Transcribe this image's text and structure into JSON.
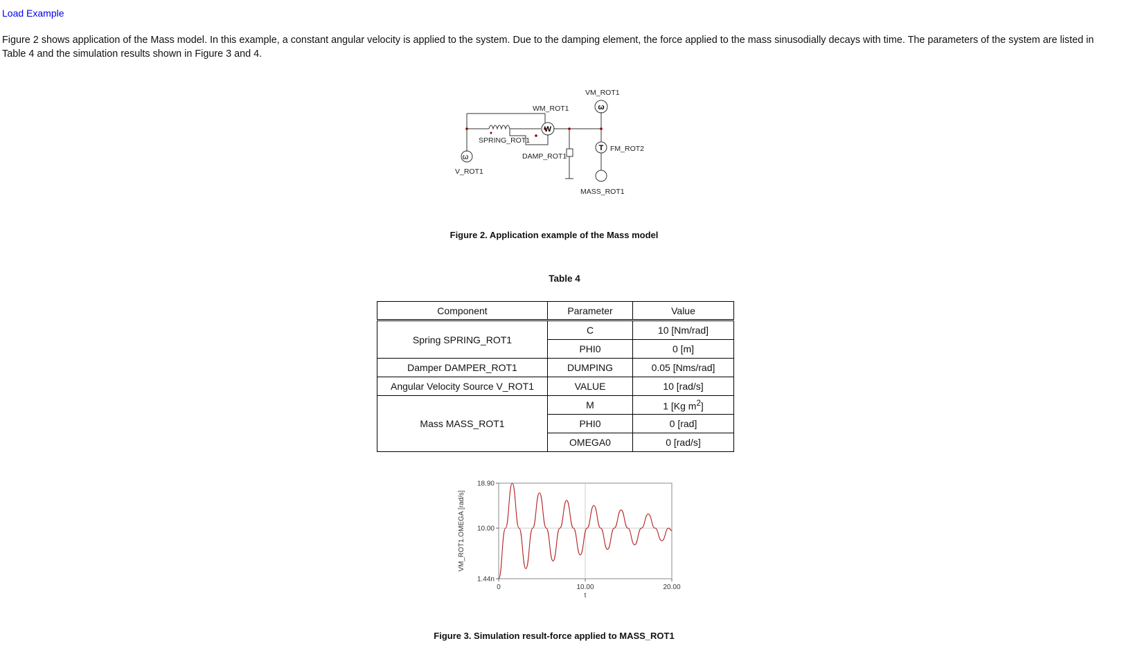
{
  "load_example_label": "Load Example",
  "intro_text": "Figure 2 shows application of the Mass model. In this example, a constant angular velocity is applied to the system. Due to the damping element, the force applied to the mass sinusodially decays with time. The parameters of the system are listed in Table 4 and the simulation results shown in Figure 3 and 4.",
  "figure2": {
    "caption": "Figure 2. Application example of the Mass model",
    "labels": {
      "vm_rot1": "VM_ROT1",
      "wm_rot1": "WM_ROT1",
      "spring_rot1": "SPRING_ROT1",
      "fm_rot2": "FM_ROT2",
      "damp_rot1": "DAMP_ROT1",
      "v_rot1": "V_ROT1",
      "mass_rot1": "MASS_ROT1"
    },
    "symbols": {
      "omega": "ω",
      "w": "W",
      "t": "T"
    }
  },
  "table4": {
    "title": "Table 4",
    "headers": [
      "Component",
      "Parameter",
      "Value"
    ],
    "groups": [
      {
        "component": "Spring SPRING_ROT1",
        "rows": [
          {
            "parameter": "C",
            "value": "10 [Nm/rad]"
          },
          {
            "parameter": "PHI0",
            "value": "0 [m]"
          }
        ]
      },
      {
        "component": "Damper DAMPER_ROT1",
        "rows": [
          {
            "parameter": "DUMPING",
            "value": "0.05 [Nms/rad]"
          }
        ]
      },
      {
        "component": "Angular Velocity Source V_ROT1",
        "rows": [
          {
            "parameter": "VALUE",
            "value": "10 [rad/s]"
          }
        ]
      },
      {
        "component": "Mass MASS_ROT1",
        "rows": [
          {
            "parameter": "M",
            "value": "1 [Kg m",
            "sup": "2",
            "value_suffix": "]"
          },
          {
            "parameter": "PHI0",
            "value": "0 [rad]"
          },
          {
            "parameter": "OMEGA0",
            "value": "0 [rad/s]"
          }
        ]
      }
    ]
  },
  "figure3": {
    "caption": "Figure 3. Simulation result-force applied to MASS_ROT1"
  },
  "chart_data": {
    "type": "line",
    "title": "",
    "xlabel": "t",
    "ylabel": "VM_ROT1.OMEGA [rad/s]",
    "xlim": [
      0,
      20
    ],
    "ylim": [
      0,
      18.9
    ],
    "x_ticks": [
      {
        "value": 0,
        "label": "0"
      },
      {
        "value": 10,
        "label": "10.00"
      },
      {
        "value": 20,
        "label": "20.00"
      }
    ],
    "y_ticks": [
      {
        "value": 0,
        "label": "1.44n"
      },
      {
        "value": 10,
        "label": "10.00"
      },
      {
        "value": 18.9,
        "label": "18.90"
      }
    ],
    "grid": true,
    "color": "#b22222",
    "series": [
      {
        "x": [
          0,
          0.79,
          1.57,
          2.36,
          3.14,
          3.93,
          4.71,
          5.5,
          6.28,
          7.07,
          7.85,
          8.64,
          9.42,
          10.21,
          10.99,
          11.78,
          12.57,
          13.35,
          14.14,
          14.92,
          15.71,
          16.49,
          17.28,
          18.06,
          18.85,
          19.63,
          20
        ],
        "values": [
          0,
          10,
          18.9,
          10,
          2,
          10,
          17,
          10,
          3.5,
          10,
          15.5,
          10,
          4.7,
          10,
          14.5,
          10,
          5.8,
          10,
          13.6,
          10,
          6.7,
          10,
          12.8,
          10,
          7.5,
          10,
          9.5
        ]
      }
    ]
  }
}
